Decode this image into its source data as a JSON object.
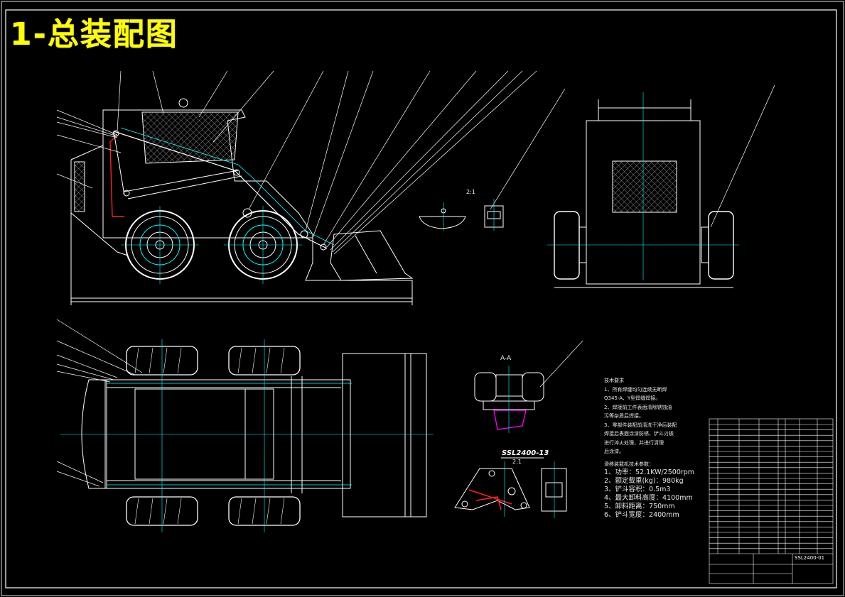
{
  "title": "1-总装配图",
  "notes_heading": "技术要求",
  "notes": [
    "1、所有焊缝均匀连续无断焊",
    "Q345-A、Y型焊缝焊接。",
    "2、焊接前工件表面清除锈蚀油",
    "污等杂质后焊接。",
    "3、零部件装配前清洗干净后装配",
    "焊接后表面涂漆防锈、铲斗刃板",
    "进行淬火处理，并进行清理",
    "后涂漆。"
  ],
  "specs_heading": "滑移装载机技术参数：",
  "specs": [
    "1、功率：52.1KW/2500rpm",
    "2、额定载重(kg)：980kg",
    "3、铲斗容积：0.5m3",
    "4、最大卸料高度：4100mm",
    "5、卸料距离：750mm",
    "6、铲斗宽度：2400mm"
  ],
  "part_label": "SSL2400-13",
  "scale_a": "2:1",
  "scale_b": "2:1",
  "section_label": "A-A",
  "drawing_no": "SSL2400-01",
  "colors": {
    "line": "#ffffff",
    "center": "#00ffff",
    "red": "#ff2020",
    "magenta": "#ff00ff",
    "title": "#ffff00"
  }
}
